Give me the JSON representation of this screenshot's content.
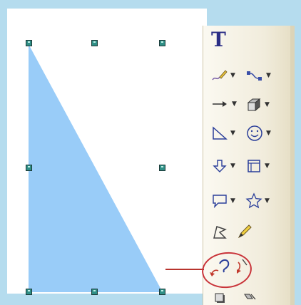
{
  "toolbar": {
    "text_tool_label": "T",
    "tools": [
      {
        "name": "freeform-draw-tool",
        "icon": "pencil-scribble-icon"
      },
      {
        "name": "connector-tool",
        "icon": "connector-icon"
      },
      {
        "name": "arrow-tool",
        "icon": "right-arrow-icon"
      },
      {
        "name": "3d-box-tool",
        "icon": "cube-icon"
      },
      {
        "name": "right-triangle-tool",
        "icon": "right-triangle-icon"
      },
      {
        "name": "smiley-tool",
        "icon": "smiley-face-icon"
      },
      {
        "name": "block-arrow-tool",
        "icon": "down-arrow-icon"
      },
      {
        "name": "flowchart-tool",
        "icon": "flowchart-icon"
      },
      {
        "name": "callout-tool",
        "icon": "speech-bubble-icon"
      },
      {
        "name": "star-tool",
        "icon": "star-icon"
      },
      {
        "name": "edit-points-tool",
        "icon": "edit-points-icon"
      },
      {
        "name": "highlighter-tool",
        "icon": "highlighter-icon"
      },
      {
        "name": "rotate-tool",
        "icon": "rotate-arrows-icon"
      },
      {
        "name": "shadow-tool",
        "icon": "shadow-box-icon"
      },
      {
        "name": "3d-style-tool",
        "icon": "3d-style-icon"
      }
    ]
  },
  "colors": {
    "shape_fill": "#99ccf8",
    "toolbar_text_tool": "#2b2e85",
    "highlight": "#c9343a",
    "selection_handle": "#2f8f86"
  }
}
